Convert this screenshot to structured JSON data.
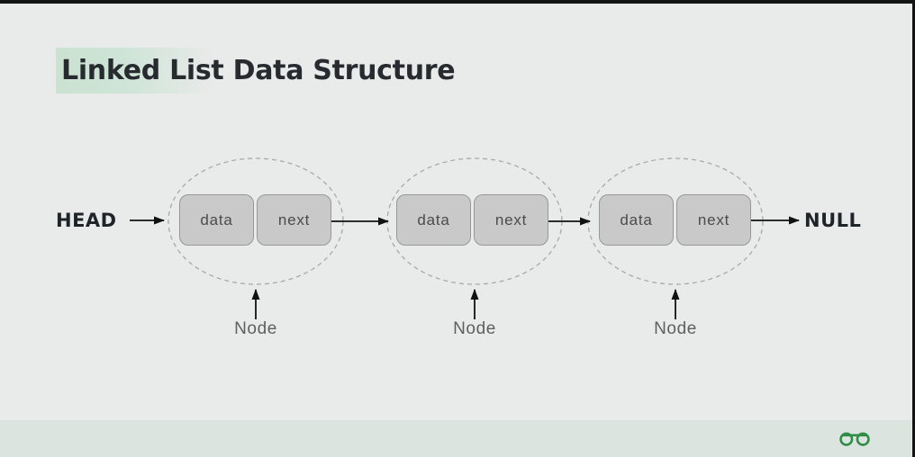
{
  "title": "Linked List Data Structure",
  "diagram": {
    "head_label": "HEAD",
    "null_label": "NULL",
    "nodes": [
      {
        "data": "data",
        "next": "next",
        "caption": "Node"
      },
      {
        "data": "data",
        "next": "next",
        "caption": "Node"
      },
      {
        "data": "data",
        "next": "next",
        "caption": "Node"
      }
    ]
  },
  "footer": {
    "logo": "geeksforgeeks-logo"
  },
  "colors": {
    "background": "#e9eaea",
    "title_text": "#272b30",
    "title_highlight": "#cde4d6",
    "node_box_fill": "#c9c9c9",
    "node_box_border": "#979797",
    "ellipse_dash": "#a9a9a9",
    "arrow": "#111111",
    "footer_bar": "#dbe4de",
    "brand_green": "#2f8d46"
  }
}
